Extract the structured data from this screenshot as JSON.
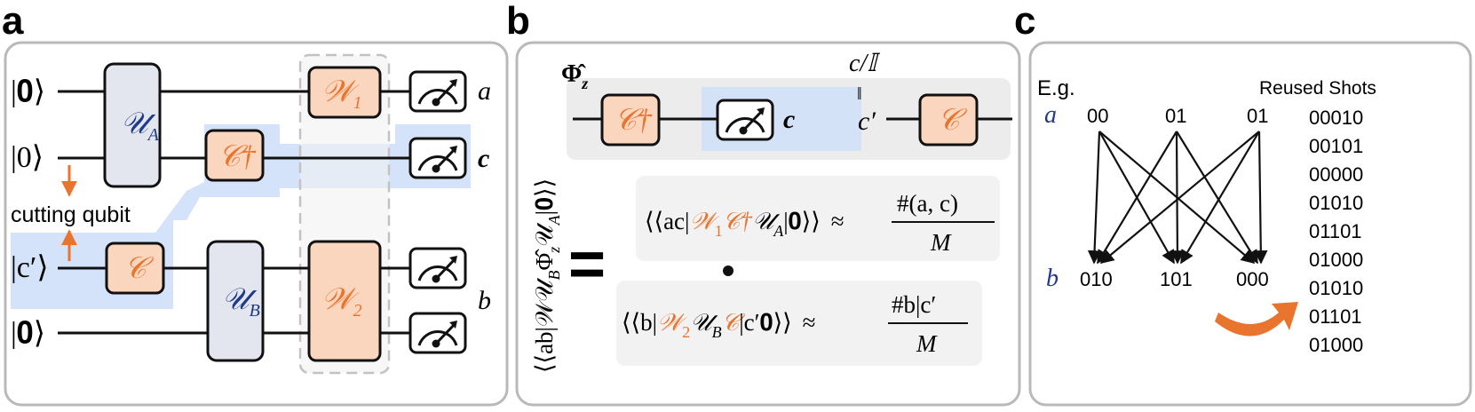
{
  "colors": {
    "orange": "#e8742e",
    "gate_fill": "#fbd6bf",
    "u_fill": "#e3e6ee",
    "highlight": "#cfe0f8",
    "navy": "#1f3a8a"
  },
  "panel_a": {
    "letter": "a",
    "inputs": [
      "|𝟎⟩",
      "|0⟩",
      "|c′⟩",
      "|𝟎⟩"
    ],
    "gates": {
      "UA": "𝒰",
      "UA_sub": "A",
      "W1": "𝒲",
      "W1_sub": "1",
      "Cdag": "𝒞†",
      "C": "𝒞",
      "UB": "𝒰",
      "UB_sub": "B",
      "W2": "𝒲",
      "W2_sub": "2"
    },
    "outputs": {
      "a": "a",
      "c": "c",
      "b": "b"
    },
    "cutting_label": "cutting qubit"
  },
  "panel_b": {
    "letter": "b",
    "phi_label": "Φ̂",
    "phi_sub": "z",
    "cdag": "𝒞†",
    "c_gate": "𝒞",
    "meas_out": "c",
    "cut_top": "c/𝕀",
    "cut_eq": "‖",
    "cut_bottom": "c′",
    "vertical_expr": "⟨⟨ab|𝒲𝒰",
    "vertical_expr2": "B",
    "vertical_expr3": "Φ̂",
    "vertical_expr4": "z",
    "vertical_expr5": "𝒰",
    "vertical_expr6": "A",
    "vertical_expr7": "|𝟎⟩⟩",
    "equals": "=",
    "eq1_left": "⟨⟨ac|",
    "eq1_w": "𝒲",
    "eq1_wsub": "1",
    "eq1_c": "𝒞†",
    "eq1_u": "𝒰",
    "eq1_usub": "A",
    "eq1_tail": "|𝟎⟩⟩",
    "approx": "≈",
    "eq1_num": "#(a, c)",
    "eq1_den": "M",
    "eq2_left": "⟨⟨b|",
    "eq2_w": "𝒲",
    "eq2_wsub": "2",
    "eq2_u": "𝒰",
    "eq2_usub": "B",
    "eq2_c": "𝒞",
    "eq2_tail": "|c′𝟎⟩⟩",
    "eq2_num": "#b|c′",
    "eq2_den": "M"
  },
  "panel_c": {
    "letter": "c",
    "eg": "E.g.",
    "reused_title": "Reused Shots",
    "row_a": "a",
    "row_b": "b",
    "a_values": [
      "00",
      "01",
      "01"
    ],
    "b_values": [
      "010",
      "101",
      "000"
    ],
    "reused": [
      "00010",
      "00101",
      "00000",
      "01010",
      "01101",
      "01000",
      "01010",
      "01101",
      "01000"
    ]
  }
}
